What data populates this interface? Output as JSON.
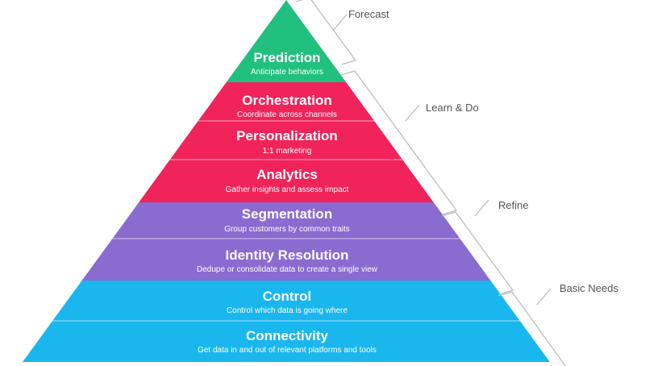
{
  "colors": {
    "forecast": "#21c07e",
    "learn": "#f0235a",
    "refine": "#8a6bd0",
    "basic": "#19b7ee"
  },
  "tiers": [
    {
      "id": "prediction",
      "title": "Prediction",
      "subtitle": "Anticipate behaviors",
      "group": "forecast"
    },
    {
      "id": "orchestration",
      "title": "Orchestration",
      "subtitle": "Coordinate across channels",
      "group": "learn"
    },
    {
      "id": "personalization",
      "title": "Personalization",
      "subtitle": "1:1 marketing",
      "group": "learn"
    },
    {
      "id": "analytics",
      "title": "Analytics",
      "subtitle": "Gather insights and assess impact",
      "group": "learn"
    },
    {
      "id": "segmentation",
      "title": "Segmentation",
      "subtitle": "Group customers by common traits",
      "group": "refine"
    },
    {
      "id": "identity",
      "title": "Identity Resolution",
      "subtitle": "Dedupe or consolidate data to create a single view",
      "group": "refine"
    },
    {
      "id": "control",
      "title": "Control",
      "subtitle": "Control which data is going where",
      "group": "basic"
    },
    {
      "id": "connectivity",
      "title": "Connectivity",
      "subtitle": "Get data in and out of relevant platforms and tools",
      "group": "basic"
    }
  ],
  "groups": {
    "forecast": {
      "label": "Forecast"
    },
    "learn": {
      "label": "Learn & Do"
    },
    "refine": {
      "label": "Refine"
    },
    "basic": {
      "label": "Basic Needs"
    }
  }
}
